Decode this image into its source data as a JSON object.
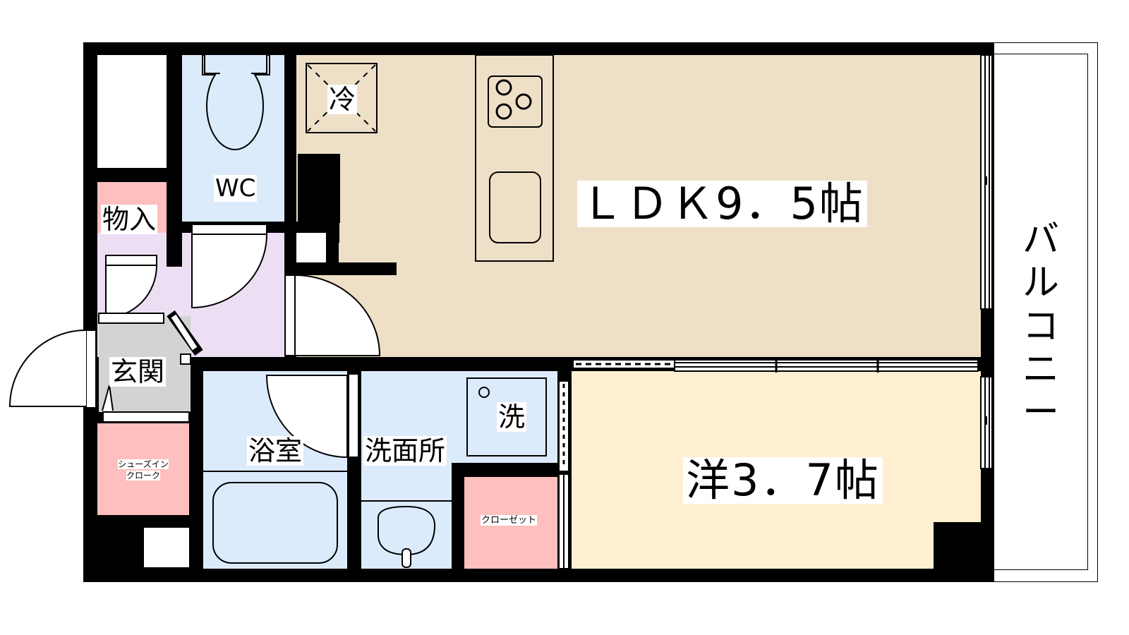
{
  "floorplan": {
    "colors": {
      "wall": "#000000",
      "ldk": "#eedfc7",
      "western": "#fef0d0",
      "wet_area": "#dcebfc",
      "hallway": "#ecdff3",
      "entrance": "#d3d3d3",
      "storage": "#febfbf",
      "white": "#ffffff"
    },
    "rooms": {
      "ldk": {
        "label": "ＬＤＫ9．5帖",
        "type": "LDK",
        "size_jo": 9.5
      },
      "western": {
        "label": "洋3．7帖",
        "type": "Western-style room",
        "size_jo": 3.7
      },
      "wc": {
        "label": "WC"
      },
      "storage": {
        "label": "物入"
      },
      "entrance": {
        "label": "玄関"
      },
      "shoe_closet": {
        "label_line1": "シューズイン",
        "label_line2": "クローク"
      },
      "bathroom": {
        "label": "浴室"
      },
      "washroom": {
        "label": "洗面所"
      },
      "washer": {
        "label": "洗"
      },
      "closet": {
        "label": "クローゼット"
      },
      "fridge": {
        "label": "冷"
      },
      "balcony": {
        "label_chars": [
          "バ",
          "ル",
          "コ",
          "ニ",
          "ー"
        ]
      }
    }
  }
}
